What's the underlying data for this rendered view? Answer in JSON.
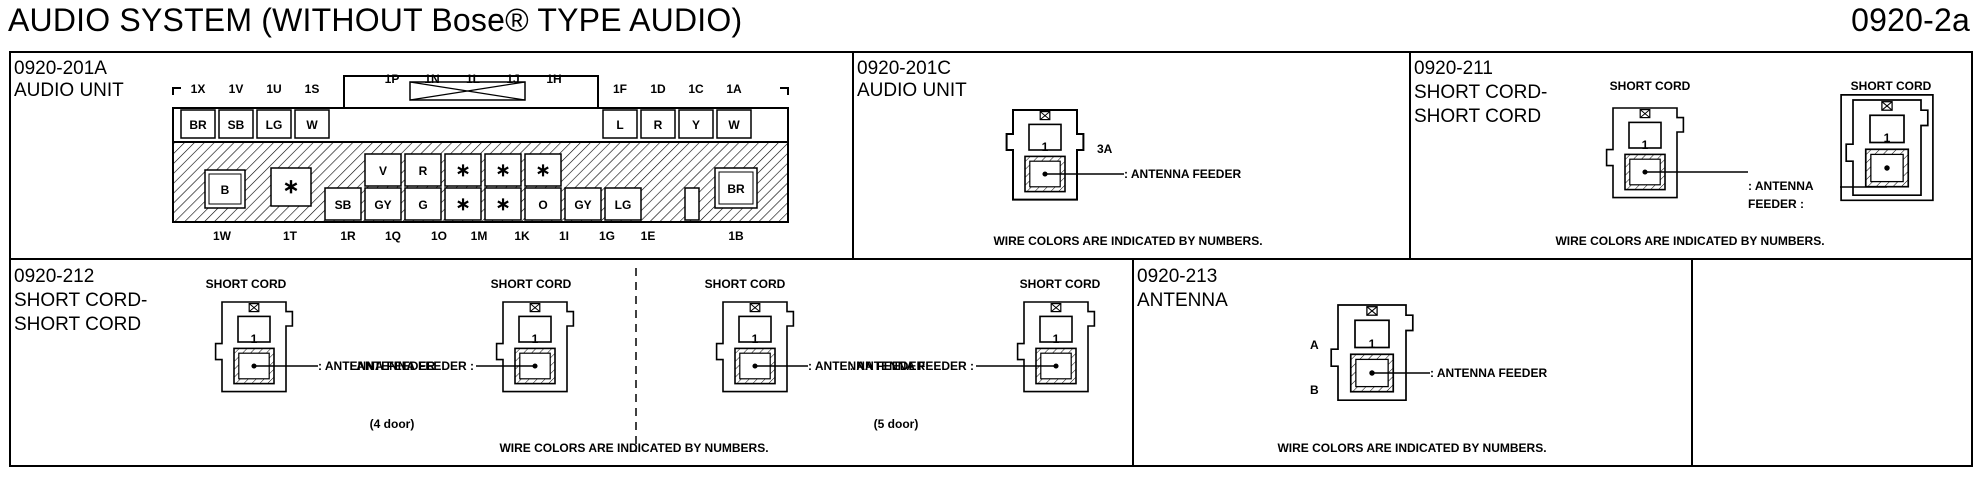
{
  "title": "AUDIO SYSTEM (WITHOUT Bose® TYPE AUDIO)",
  "page_code": "0920-2a",
  "wire_note": "WIRE COLORS ARE INDICATED BY NUMBERS.",
  "antenna_feeder": ": ANTENNA FEEDER",
  "antenna_feeder_left": ": ANTENNA FEEDER :",
  "short_cord": "SHORT CORD",
  "p201a": {
    "code": "0920-201A",
    "name": "AUDIO UNIT",
    "top_left_pins": [
      "1X",
      "1V",
      "1U",
      "1S"
    ],
    "top_left_colors": [
      "BR",
      "SB",
      "LG",
      "W"
    ],
    "top_mid_pins": [
      "1P",
      "1N",
      "1L",
      "1J",
      "1H"
    ],
    "top_right_pins": [
      "1F",
      "1D",
      "1C",
      "1A"
    ],
    "top_right_colors": [
      "L",
      "R",
      "Y",
      "W"
    ],
    "row_a": [
      "V",
      "R",
      "∗",
      "∗",
      "∗"
    ],
    "row_b": [
      "SB",
      "GY",
      "G",
      "∗",
      "∗",
      "O",
      "GY",
      "LG"
    ],
    "big_left_1": "B",
    "big_left_2": "∗",
    "big_right": "BR",
    "bottom_pins": [
      "1W",
      "1T",
      "1R",
      "1Q",
      "1O",
      "1M",
      "1K",
      "1I",
      "1G",
      "1E",
      "1B"
    ]
  },
  "p201c": {
    "code": "0920-201C",
    "name": "AUDIO UNIT",
    "pin_label": "1",
    "terminal": "3A"
  },
  "p211": {
    "code": "0920-211",
    "name_line1": "SHORT CORD-",
    "name_line2": "SHORT CORD",
    "pin_label": "1",
    "feeder_line1": ": ANTENNA",
    "feeder_line2": "FEEDER :"
  },
  "p212": {
    "code": "0920-212",
    "name_line1": "SHORT CORD-",
    "name_line2": "SHORT CORD",
    "pin_label": "1",
    "caption_4door": "(4 door)",
    "caption_5door": "(5 door)"
  },
  "p213": {
    "code": "0920-213",
    "name": "ANTENNA",
    "pin_label": "1",
    "side_a": "A",
    "side_b": "B"
  }
}
